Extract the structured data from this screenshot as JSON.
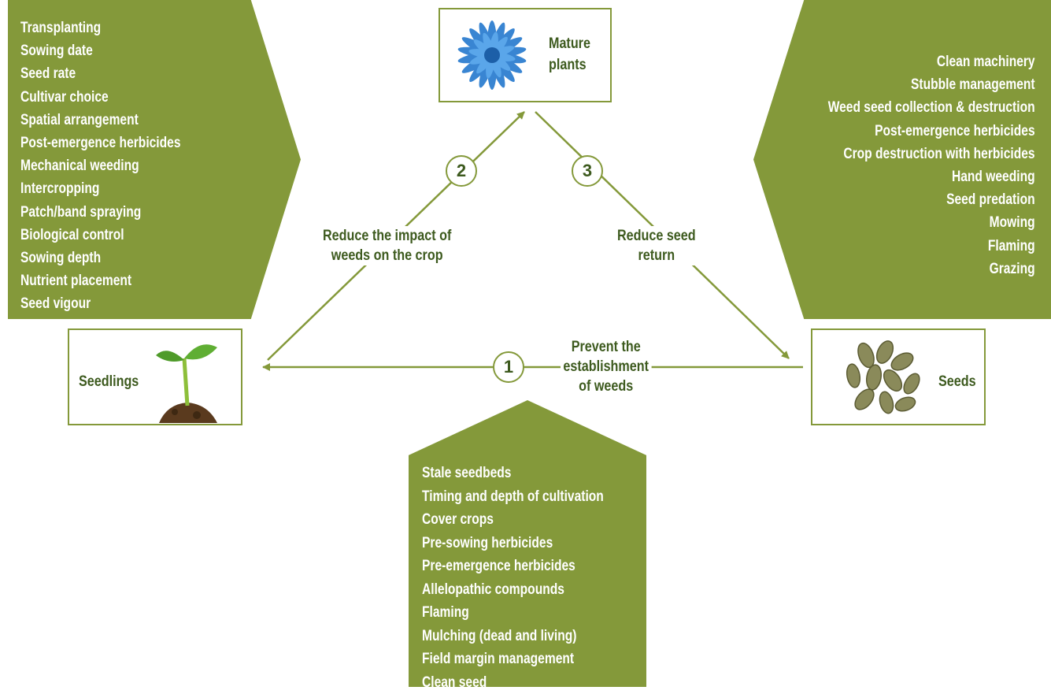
{
  "stages": {
    "mature": "Mature plants",
    "mature_line1": "Mature",
    "mature_line2": "plants",
    "seedlings": "Seedlings",
    "seeds": "Seeds"
  },
  "actions": {
    "a1_number": "1",
    "a1_line1": "Prevent the",
    "a1_line2": "establishment",
    "a1_line3": "of weeds",
    "a2_number": "2",
    "a2_line1": "Reduce the impact of",
    "a2_line2": "weeds on the crop",
    "a3_number": "3",
    "a3_line1": "Reduce seed",
    "a3_line2": "return"
  },
  "left_list": [
    "Transplanting",
    "Sowing date",
    "Seed rate",
    "Cultivar choice",
    "Spatial arrangement",
    "Post-emergence herbicides",
    "Mechanical weeding",
    "Intercropping",
    "Patch/band spraying",
    "Biological control",
    "Sowing depth",
    "Nutrient placement",
    "Seed vigour"
  ],
  "right_list": [
    "Clean machinery",
    "Stubble management",
    "Weed seed collection & destruction",
    "Post-emergence herbicides",
    "Crop destruction with herbicides",
    "Hand weeding",
    "Seed predation",
    "Mowing",
    "Flaming",
    "Grazing"
  ],
  "bottom_list": [
    "Stale seedbeds",
    "Timing and depth of cultivation",
    "Cover crops",
    "Pre-sowing herbicides",
    "Pre-emergence herbicides",
    "Allelopathic compounds",
    "Flaming",
    "Mulching (dead and living)",
    "Field margin management",
    "Clean seed"
  ],
  "colors": {
    "panel": "#84993a",
    "text_dark": "#3d5a1e",
    "flower": "#3a8fd8",
    "seed": "#8a8a5a",
    "soil": "#5a3a1e"
  }
}
